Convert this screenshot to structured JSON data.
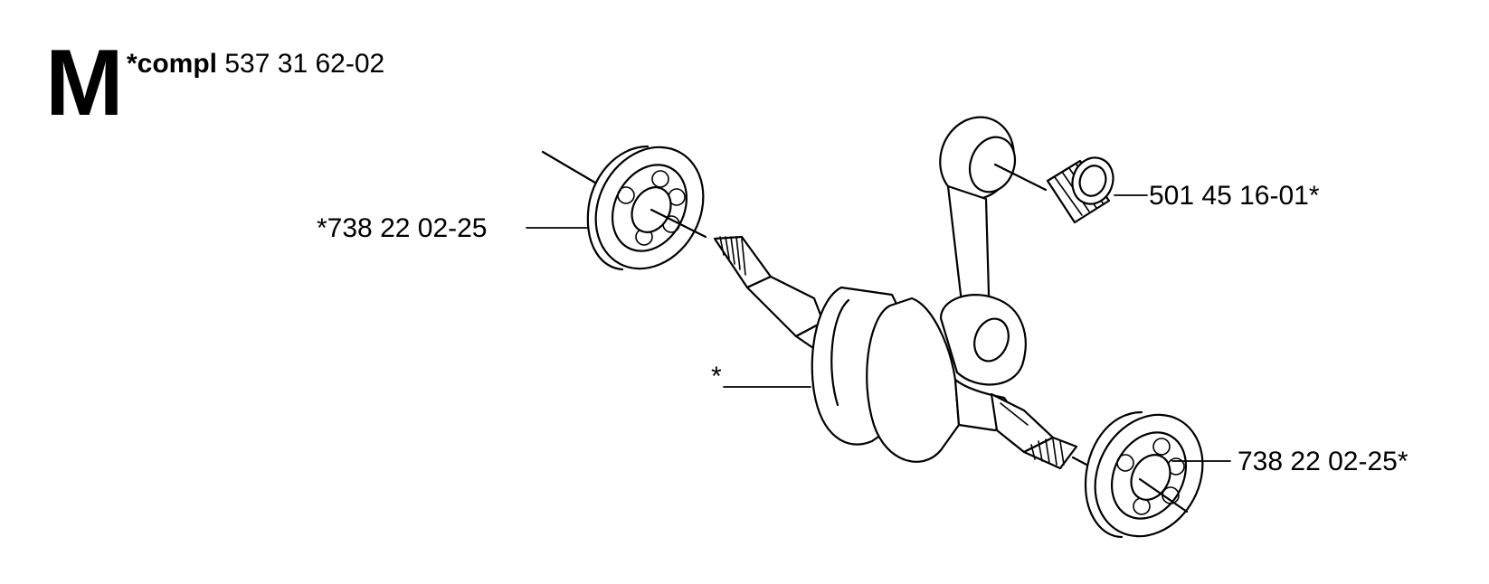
{
  "header": {
    "section_letter": "M",
    "kit_prefix": "*compl",
    "kit_number": "537 31 62-02"
  },
  "callouts": {
    "bearing_left": "*738 22 02-25",
    "needle_bearing": "501 45 16-01*",
    "crankshaft": "*",
    "bearing_right": "738 22 02-25*"
  }
}
